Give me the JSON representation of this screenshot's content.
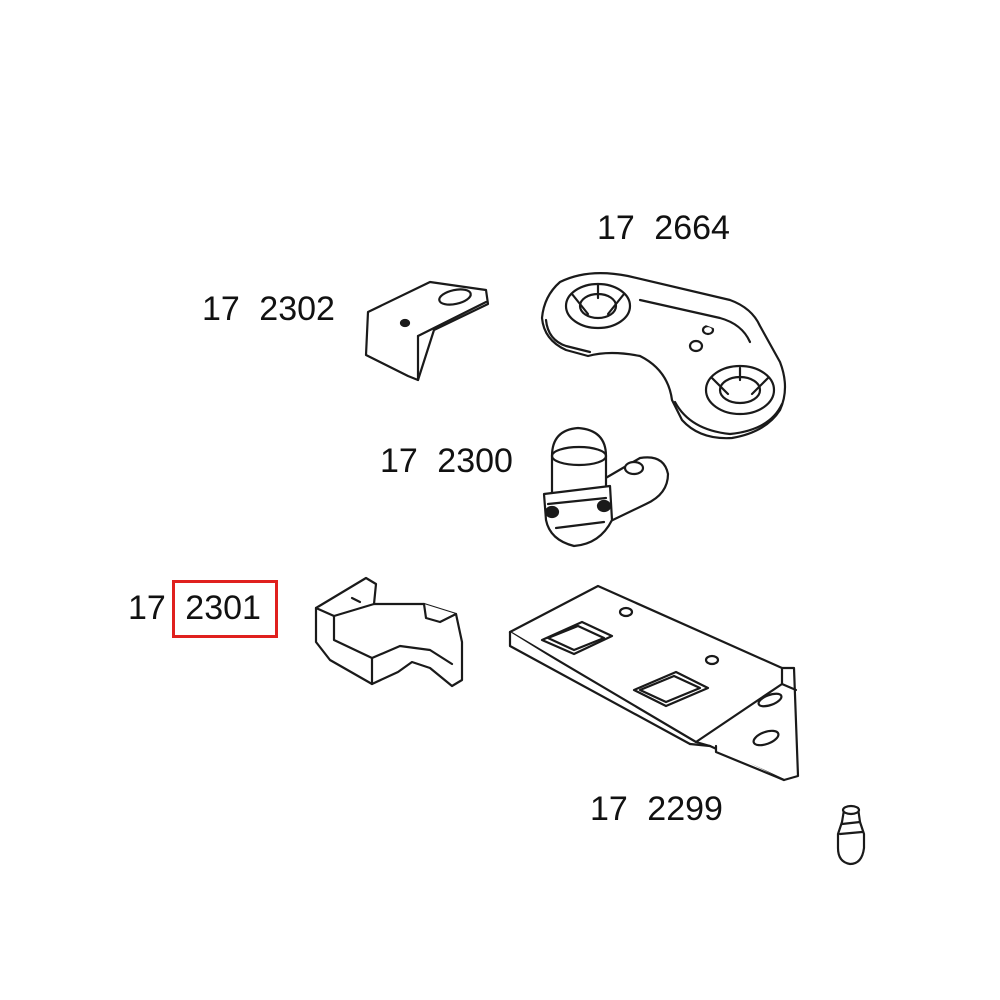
{
  "labels": {
    "part_2664": {
      "prefix": "17",
      "number": "2664"
    },
    "part_2302": {
      "prefix": "17",
      "number": "2302"
    },
    "part_2300": {
      "prefix": "17",
      "number": "2300"
    },
    "part_2301": {
      "prefix": "17",
      "number": "2301"
    },
    "part_2299": {
      "prefix": "17",
      "number": "2299"
    }
  },
  "highlight": {
    "part": "part_2301",
    "color": "#e0201e"
  },
  "colors": {
    "line": "#1a1a1a",
    "fill": "#ffffff",
    "highlight": "#e0201e"
  }
}
